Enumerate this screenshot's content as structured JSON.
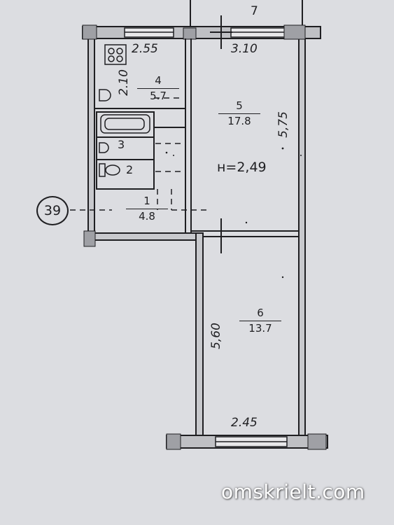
{
  "rooms": [
    {
      "number": "1",
      "area": "4.8"
    },
    {
      "number": "2",
      "area": ""
    },
    {
      "number": "3",
      "area": ""
    },
    {
      "number": "4",
      "area": "5.7"
    },
    {
      "number": "5",
      "area": "17.8"
    },
    {
      "number": "6",
      "area": "13.7"
    }
  ],
  "dimensions": {
    "kitchen_width": "2.55",
    "kitchen_depth": "2.10",
    "room5_width": "3.10",
    "room5_depth": "5,75",
    "room6_depth": "5,60",
    "room6_width": "2.45"
  },
  "ceiling_height": "н=2,49",
  "top_marker": "7",
  "axis_marker": "39",
  "watermark": "omskrielt.com",
  "colors": {
    "paper": "#dcdde1",
    "ink": "#1f1f22"
  }
}
